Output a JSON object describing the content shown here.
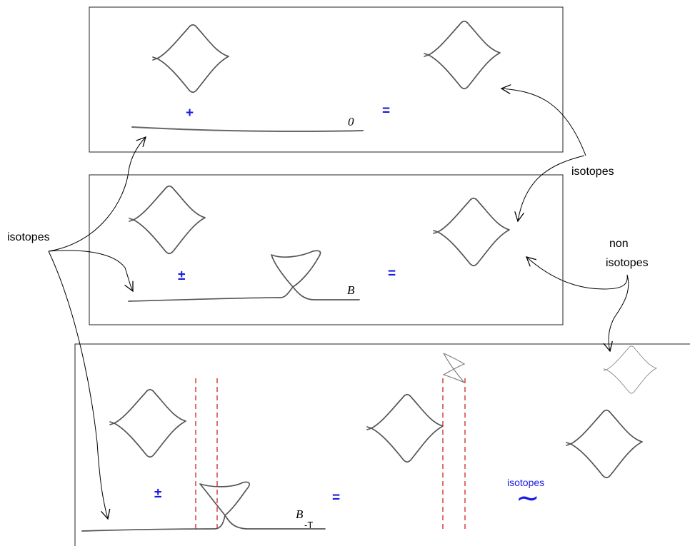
{
  "labels": {
    "isotopes_left": "isotopes",
    "isotopes_right": "isotopes",
    "non": "non",
    "isotopes_non": "isotopes",
    "isotopes_blue": "isotopes",
    "tilde": "∼"
  },
  "operators": {
    "panel1_plus": "+",
    "panel1_eq": "=",
    "panel2_pm": "±",
    "panel2_eq": "=",
    "panel3_pm": "±",
    "panel3_eq": "="
  },
  "symbols": {
    "zero": "0",
    "b": "B",
    "b_t": "B",
    "b_t_sub": "-T"
  },
  "colors": {
    "operator": "#1a1ae6",
    "dashed_lines": "#cc2222",
    "curves": "#555555"
  }
}
